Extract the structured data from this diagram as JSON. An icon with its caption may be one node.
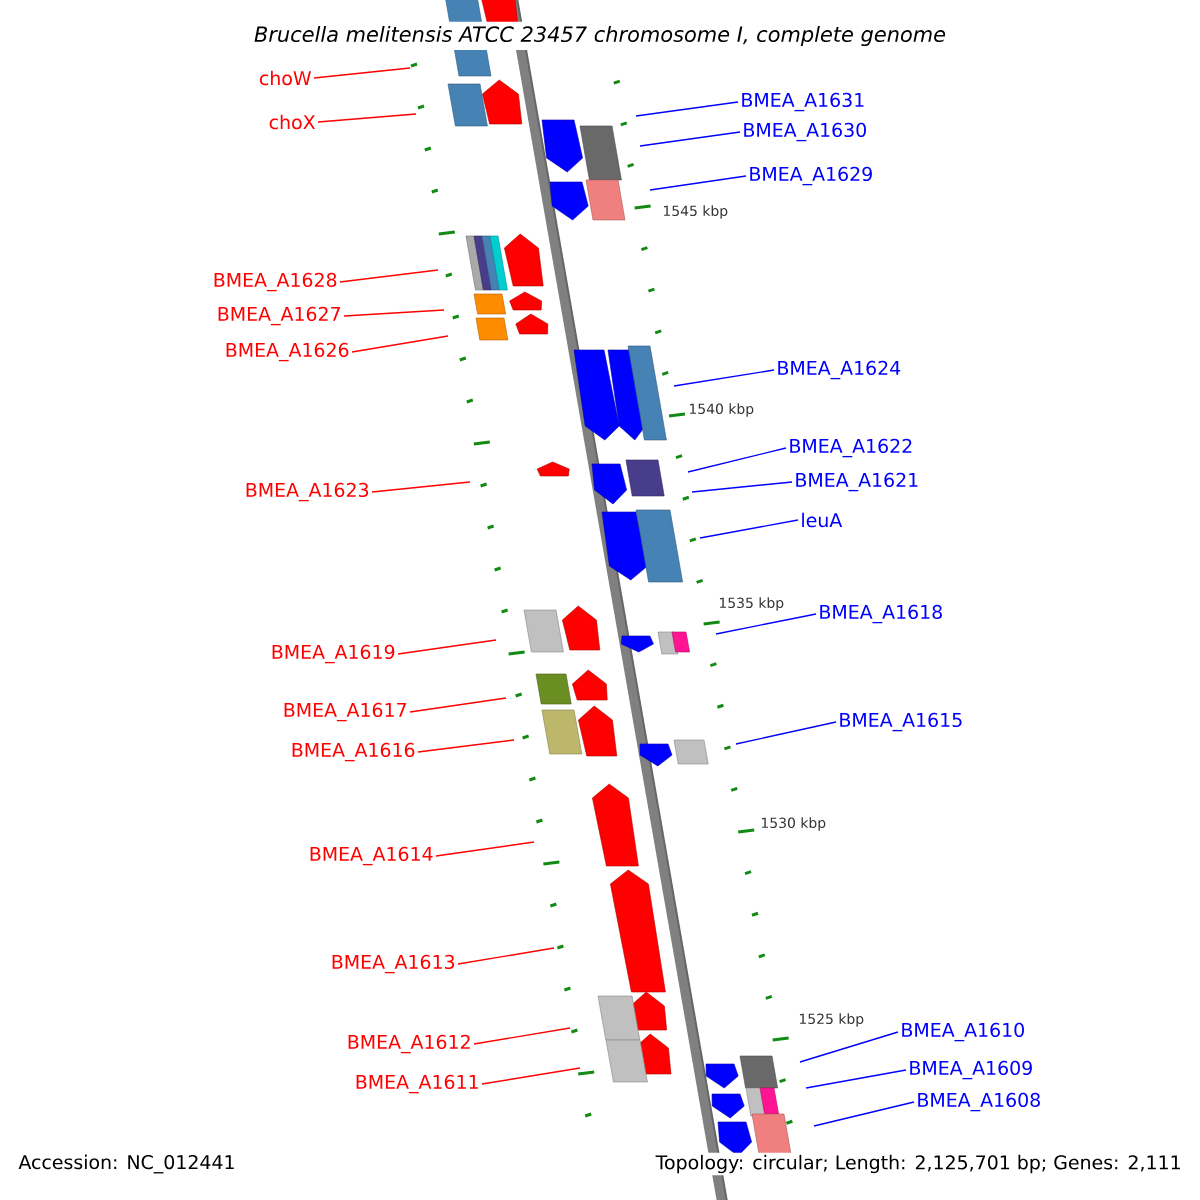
{
  "diagram": {
    "title": "Brucella melitensis ATCC 23457 chromosome I, complete genome",
    "nodes": [
      {
        "text": [
          "choW"
        ]
      },
      {
        "text": [
          "BMEA_A1631"
        ]
      },
      {
        "text": [
          "choX"
        ]
      },
      {
        "text": [
          "BMEA_A1630"
        ]
      },
      {
        "text": [
          "BMEA_A1629"
        ]
      },
      {
        "text": [
          "BMEA_A1628"
        ]
      },
      {
        "text": [
          "BMEA_A1627"
        ]
      },
      {
        "text": [
          "BMEA_A1626"
        ]
      },
      {
        "text": [
          "BMEA_A1624"
        ]
      },
      {
        "text": [
          "BMEA_A1622"
        ]
      },
      {
        "text": [
          "BMEA_A1621"
        ]
      },
      {
        "text": [
          "BMEA_A1623"
        ]
      },
      {
        "text": [
          "leuA"
        ]
      },
      {
        "text": [
          "BMEA_A1618"
        ]
      },
      {
        "text": [
          "BMEA_A1619"
        ]
      },
      {
        "text": [
          "BMEA_A1617"
        ]
      },
      {
        "text": [
          "BMEA_A1615"
        ]
      },
      {
        "text": [
          "BMEA_A1616"
        ]
      },
      {
        "text": [
          "BMEA_A1614"
        ]
      },
      {
        "text": [
          "BMEA_A1613"
        ]
      },
      {
        "text": [
          "BMEA_A1610"
        ]
      },
      {
        "text": [
          "BMEA_A1612"
        ]
      },
      {
        "text": [
          "BMEA_A1609"
        ]
      },
      {
        "text": [
          "BMEA_A1611"
        ]
      },
      {
        "text": [
          "BMEA_A1608"
        ]
      }
    ],
    "edges": [
      {
        "from": 0,
        "to": null,
        "arrow": "none"
      },
      {
        "from": 1,
        "to": null,
        "arrow": "none",
        "color": "#0000ff"
      },
      {
        "from": 2,
        "to": null,
        "arrow": "none"
      },
      {
        "from": 3,
        "to": null,
        "arrow": "none",
        "color": "#0000ff"
      },
      {
        "from": 4,
        "to": null,
        "arrow": "none",
        "color": "#0000ff"
      },
      {
        "from": 5,
        "to": null,
        "arrow": "none"
      },
      {
        "from": 6,
        "to": null,
        "arrow": "none"
      },
      {
        "from": 7,
        "to": null,
        "arrow": "none"
      },
      {
        "from": 8,
        "to": null,
        "arrow": "none",
        "color": "#0000ff"
      },
      {
        "from": 9,
        "to": null,
        "arrow": "none",
        "color": "#0000ff"
      },
      {
        "from": 10,
        "to": null,
        "arrow": "none",
        "color": "#0000ff"
      },
      {
        "from": 11,
        "to": null,
        "arrow": "none"
      },
      {
        "from": 12,
        "to": null,
        "arrow": "none",
        "color": "#0000ff"
      },
      {
        "from": 13,
        "to": null,
        "arrow": "none",
        "color": "#0000ff"
      },
      {
        "from": 14,
        "to": null,
        "arrow": "none"
      },
      {
        "from": 15,
        "to": null,
        "arrow": "none"
      },
      {
        "from": 16,
        "to": null,
        "arrow": "none",
        "color": "#0000ff"
      },
      {
        "from": 17,
        "to": null,
        "arrow": "none"
      },
      {
        "from": 18,
        "to": null,
        "arrow": "none"
      },
      {
        "from": 19,
        "to": null,
        "arrow": "none"
      },
      {
        "from": 20,
        "to": null,
        "arrow": "none",
        "color": "#0000ff"
      },
      {
        "from": 21,
        "to": null,
        "arrow": "none"
      },
      {
        "from": 22,
        "to": null,
        "arrow": "none",
        "color": "#0000ff"
      },
      {
        "from": 23,
        "to": null,
        "arrow": "none"
      },
      {
        "from": 24,
        "to": null,
        "arrow": "none",
        "color": "#0000ff"
      }
    ],
    "labels": [
      "1545 kbp",
      "1540 kbp",
      "1535 kbp",
      "1530 kbp",
      "1525 kbp",
      "Accession: NC_012441",
      "Topology: circular; Length: 2,125,701 bp; Genes: 2,111"
    ]
  }
}
